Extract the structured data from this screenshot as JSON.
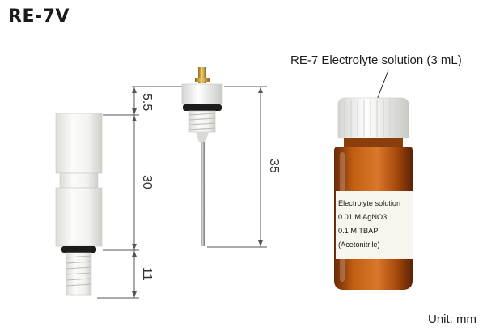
{
  "title": "RE-7V",
  "unit_label": "Unit: mm",
  "callout_label": "RE-7 Electrolyte solution (3 mL)",
  "dimensions": {
    "top_cap": "5.5",
    "body": "30",
    "bottom_tip": "11",
    "electrode_length": "35"
  },
  "vial_label": {
    "line1": "Electrolyte solution",
    "line2": "0.01 M AgNO3",
    "line3": "0.1 M TBAP",
    "line4": "(Acetonitrile)"
  },
  "colors": {
    "ptfe": "#f6f6f4",
    "oring": "#1c1c1c",
    "gold": "#c9a23a",
    "amber": "#b5520f",
    "dim_line": "#555555"
  }
}
